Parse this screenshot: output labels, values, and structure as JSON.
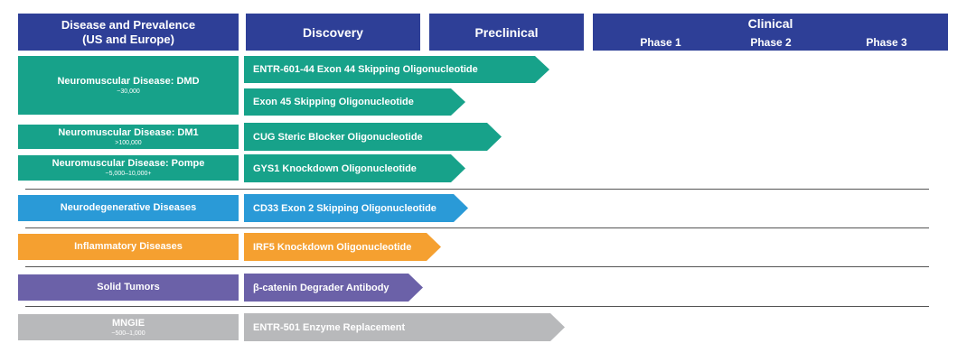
{
  "headers": {
    "disease_line1": "Disease and Prevalence",
    "disease_line2": "(US and Europe)",
    "discovery": "Discovery",
    "preclinical": "Preclinical",
    "clinical": "Clinical",
    "phase1": "Phase 1",
    "phase2": "Phase 2",
    "phase3": "Phase 3"
  },
  "diseases": {
    "dmd": {
      "name": "Neuromuscular Disease: DMD",
      "prevalence": "~30,000"
    },
    "dm1": {
      "name": "Neuromuscular Disease: DM1",
      "prevalence": ">100,000"
    },
    "pompe": {
      "name": "Neuromuscular Disease: Pompe",
      "prevalence": "~5,000–10,000+"
    },
    "neurodegenerative": {
      "name": "Neurodegenerative Diseases"
    },
    "inflammatory": {
      "name": "Inflammatory Diseases"
    },
    "solid_tumors": {
      "name": "Solid Tumors"
    },
    "mngie": {
      "name": "MNGIE",
      "prevalence": "~500–1,000"
    }
  },
  "programs": {
    "entr_601_44": {
      "label": "ENTR-601-44 Exon 44 Skipping Oligonucleotide",
      "stage": "Preclinical"
    },
    "exon45": {
      "label": "Exon 45 Skipping Oligonucleotide",
      "stage": "Discovery"
    },
    "cug": {
      "label": "CUG Steric Blocker Oligonucleotide",
      "stage": "Discovery"
    },
    "gys1": {
      "label": "GYS1 Knockdown Oligonucleotide",
      "stage": "Discovery"
    },
    "cd33": {
      "label": "CD33 Exon 2 Skipping Oligonucleotide",
      "stage": "Discovery"
    },
    "irf5": {
      "label": "IRF5 Knockdown Oligonucleotide",
      "stage": "Discovery"
    },
    "beta_catenin": {
      "label": "β-catenin Degrader Antibody",
      "stage": "Discovery"
    },
    "entr_501": {
      "label": "ENTR-501 Enzyme Replacement",
      "stage": "Preclinical"
    }
  },
  "colors": {
    "header": "#2e3f97",
    "neuromuscular": "#17a28a",
    "neurodegenerative": "#2a9ad7",
    "inflammatory": "#f5a030",
    "solid_tumors": "#6b61a8",
    "mngie": "#b8b9bb"
  }
}
